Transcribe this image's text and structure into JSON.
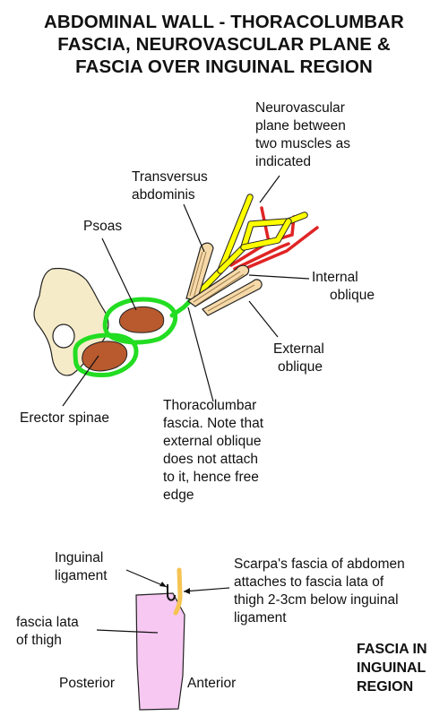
{
  "title": {
    "line1": "ABDOMINAL WALL - THORACOLUMBAR",
    "line2": "FASCIA, NEUROVASCULAR PLANE &",
    "line3": "FASCIA OVER INGUINAL REGION"
  },
  "labels": {
    "neurovascular": [
      "Neurovascular",
      "plane between",
      "two muscles as",
      "indicated"
    ],
    "transversus": [
      "Transversus",
      "abdominis"
    ],
    "psoas": "Psoas",
    "internal_oblique": [
      "Internal",
      "oblique"
    ],
    "external_oblique": [
      "External",
      "oblique"
    ],
    "erector_spinae": "Erector spinae",
    "thoracolumbar": [
      "Thoracolumbar",
      "fascia.  Note that",
      "external oblique",
      "does not attach",
      "to it, hence free",
      "edge"
    ],
    "inguinal_ligament": [
      "Inguinal",
      "ligament"
    ],
    "scarpas": [
      "Scarpa's fascia of abdomen",
      "attaches to fascia lata of",
      "thigh 2-3cm below inguinal",
      "ligament"
    ],
    "fascia_lata": [
      "fascia lata",
      "of thigh"
    ],
    "posterior": "Posterior",
    "anterior": "Anterior",
    "region_title": [
      "FASCIA IN",
      "INGUINAL",
      "REGION"
    ]
  },
  "colors": {
    "bone": "#f6ebc8",
    "muscle": "#b85a2e",
    "fascia": "#22dd22",
    "nerve": "#ffff00",
    "artery": "#e02424",
    "scarpa": "#f5c452",
    "fascia_lata": "#f7c8f2"
  }
}
